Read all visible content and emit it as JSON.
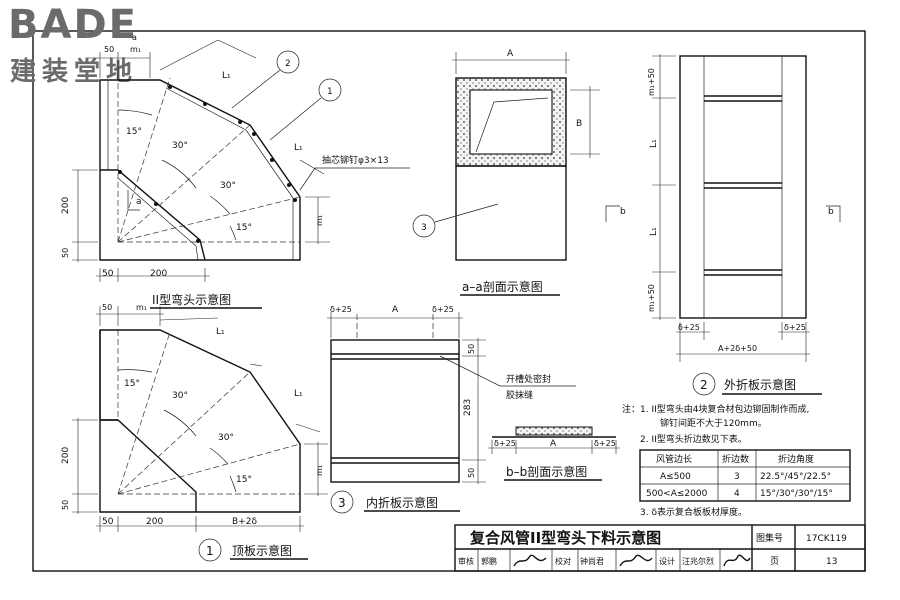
{
  "logo": {
    "brand": "BADE",
    "subtitle": "建装堂地"
  },
  "view_ii_elbow": {
    "title": "II型弯头示意图",
    "angles": [
      "15°",
      "30°",
      "30°",
      "15°"
    ],
    "rivet_note": "抽芯铆钉φ3×13",
    "callouts": [
      "2",
      "1"
    ],
    "dims": {
      "top_50": "50",
      "m1": "m₁",
      "a": "a",
      "a2": "a",
      "l1": "L₁",
      "l1b": "L₁",
      "m1r": "m₁",
      "h200": "200",
      "h50": "50",
      "w50": "50",
      "w200": "200"
    }
  },
  "view_aa": {
    "title": "a–a剖面示意图",
    "dim_a": "A",
    "dim_b": "B",
    "callout": "3"
  },
  "view_outer": {
    "number": "2",
    "title": "外折板示意图",
    "dims": {
      "m1_50_top": "m₁+50",
      "l1a": "L₁",
      "l1b": "L₁",
      "m1_50_bot": "m₁+50",
      "d25l": "δ+25",
      "d25r": "δ+25",
      "total": "A+2δ+50"
    },
    "section_mark": "b"
  },
  "view_top": {
    "number": "1",
    "title": "顶板示意图",
    "angles": [
      "15°",
      "30°",
      "30°",
      "15°"
    ],
    "dims": {
      "w50": "50",
      "m1": "m₁",
      "l1": "L₁",
      "l1b": "L₁",
      "m1r": "m₁",
      "h200": "200",
      "h50": "50",
      "b50": "50",
      "b200": "200",
      "b2d": "B+2δ"
    }
  },
  "view_inner": {
    "number": "3",
    "title": "内折板示意图",
    "dims": {
      "d25l": "δ+25",
      "a": "A",
      "d25r": "δ+25",
      "h50t": "50",
      "h283": "283",
      "h50b": "50"
    },
    "seal_note_1": "开槽处密封",
    "seal_note_2": "胶抹缝"
  },
  "view_bb": {
    "title": "b–b剖面示意图",
    "d25l": "δ+25",
    "a": "A",
    "d25r": "δ+25"
  },
  "notes": {
    "lead": "注：",
    "n1a": "1.  II型弯头由4块复合材包边铆固制作而成,",
    "n1b": "铆钉间距不大于120mm。",
    "n2": "2.  II型弯头折边数见下表。",
    "n3": "3.  δ表示复合板板材厚度。",
    "table": {
      "headers": [
        "风管边长",
        "折边数",
        "折边角度"
      ],
      "rows": [
        [
          "A≤500",
          "3",
          "22.5°/45°/22.5°"
        ],
        [
          "500<A≤2000",
          "4",
          "15°/30°/30°/15°"
        ]
      ]
    }
  },
  "title_block": {
    "title": "复合风管II型弯头下料示意图",
    "atlas_label": "图集号",
    "atlas_no": "17CK119",
    "review_label": "审核",
    "reviewer": "郭鹏",
    "check_label": "校对",
    "checker": "钟尚君",
    "design_label": "设计",
    "designer": "汪兆尔烈",
    "page_label": "页",
    "page_no": "13"
  }
}
